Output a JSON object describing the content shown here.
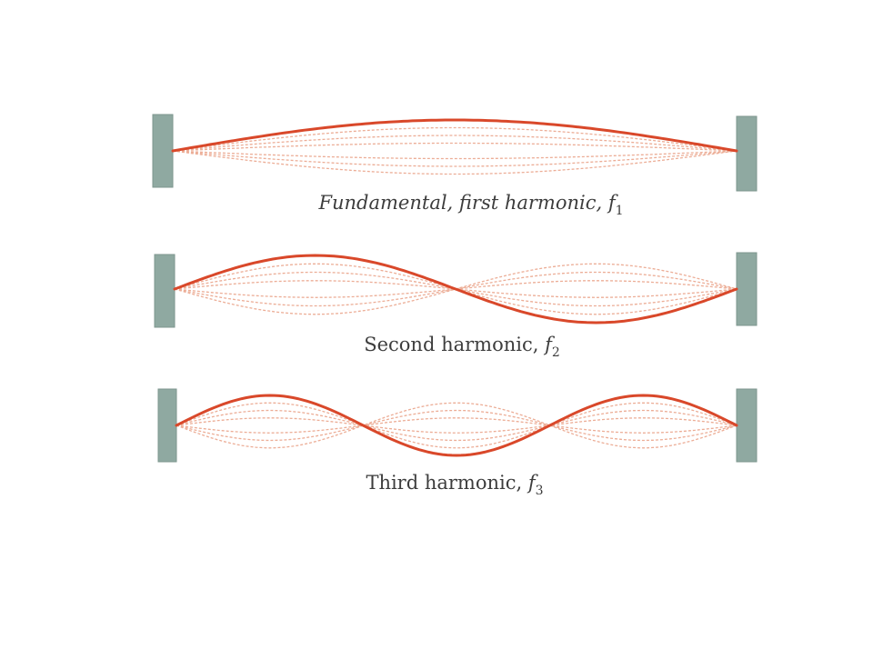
{
  "diagram": {
    "colors": {
      "main_curve": "#d9482a",
      "faint_curve": "#ecad96",
      "wall": "#8fa9a1",
      "caption_text": "#3d3d3d"
    },
    "panels": [
      {
        "id": "first",
        "harmonic_number": 1,
        "caption_prefix": "Fundamental, first harmonic, ",
        "caption_prefix_italic": true,
        "symbol": "f",
        "subscript": "1"
      },
      {
        "id": "second",
        "harmonic_number": 2,
        "caption_prefix": "Second harmonic, ",
        "caption_prefix_italic": false,
        "symbol": "f",
        "subscript": "2"
      },
      {
        "id": "third",
        "harmonic_number": 3,
        "caption_prefix": "Third harmonic, ",
        "caption_prefix_italic": false,
        "symbol": "f",
        "subscript": "3"
      }
    ]
  }
}
